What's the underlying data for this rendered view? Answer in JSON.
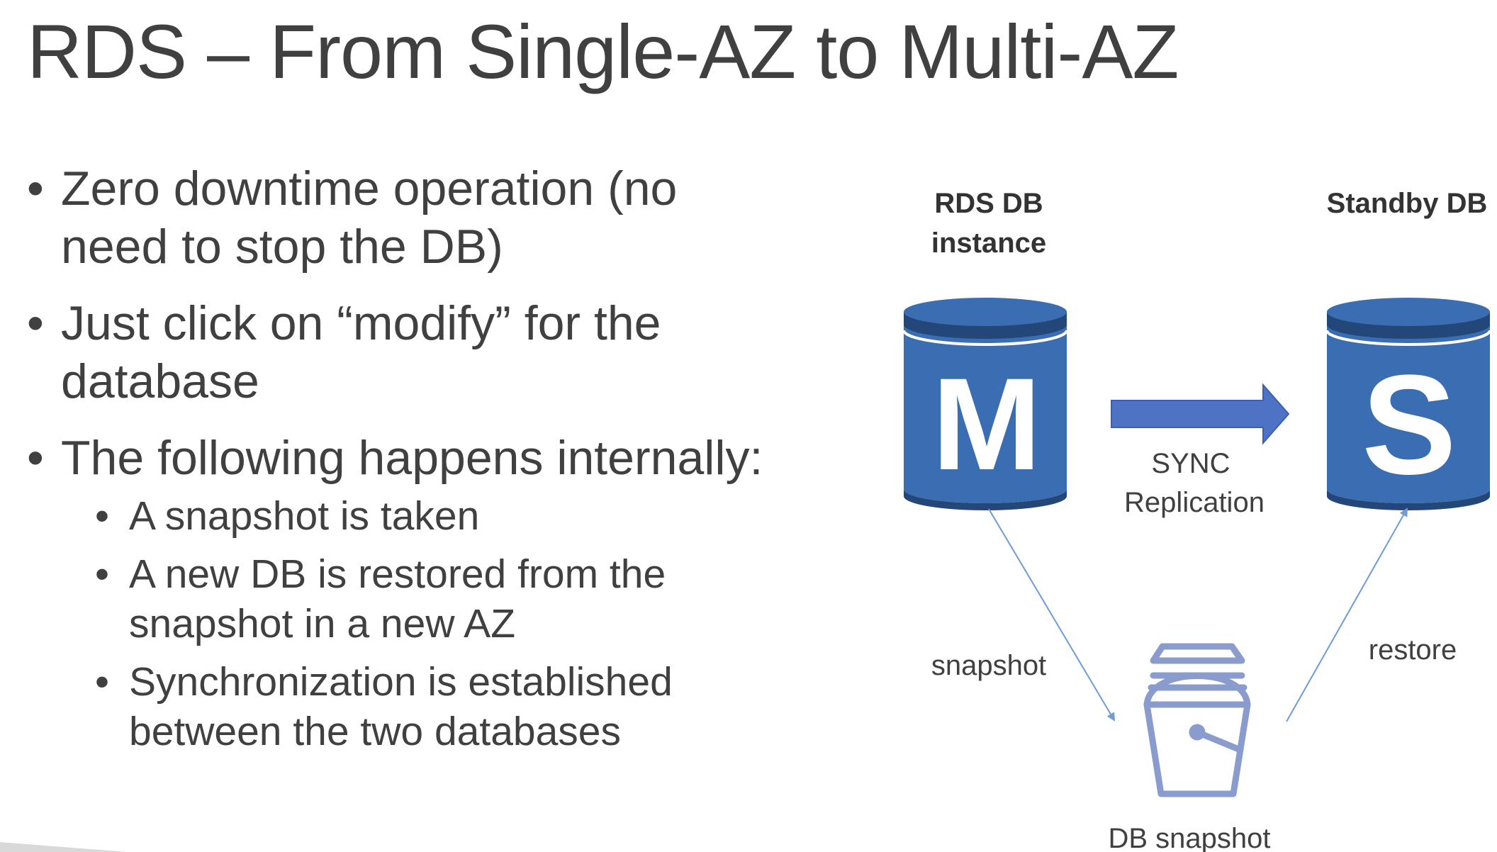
{
  "title": "RDS – From Single-AZ to Multi-AZ",
  "bullets": [
    "Zero downtime operation (no need to stop the DB)",
    "Just click on “modify” for the database",
    "The following happens internally:"
  ],
  "sub_bullets": [
    "A snapshot is taken",
    "A new DB is restored from the snapshot in a new AZ",
    "Synchronization is established between the two databases"
  ],
  "diagram": {
    "master_label_line1": "RDS DB",
    "master_label_line2": "instance",
    "master_letter": "M",
    "standby_label": "Standby DB",
    "standby_letter": "S",
    "sync_label_line1": "SYNC",
    "sync_label_line2": "Replication",
    "snapshot_arrow_label": "snapshot",
    "restore_arrow_label": "restore",
    "bucket_label": "DB snapshot",
    "colors": {
      "db_blue": "#3b6db3",
      "db_dark": "#24477a",
      "arrow_blue": "#4e73c4",
      "line_blue": "#6f9bd6",
      "bucket": "#8a9ccd"
    }
  },
  "icons": [
    "database-icon",
    "bucket-icon",
    "arrow-right-icon"
  ]
}
